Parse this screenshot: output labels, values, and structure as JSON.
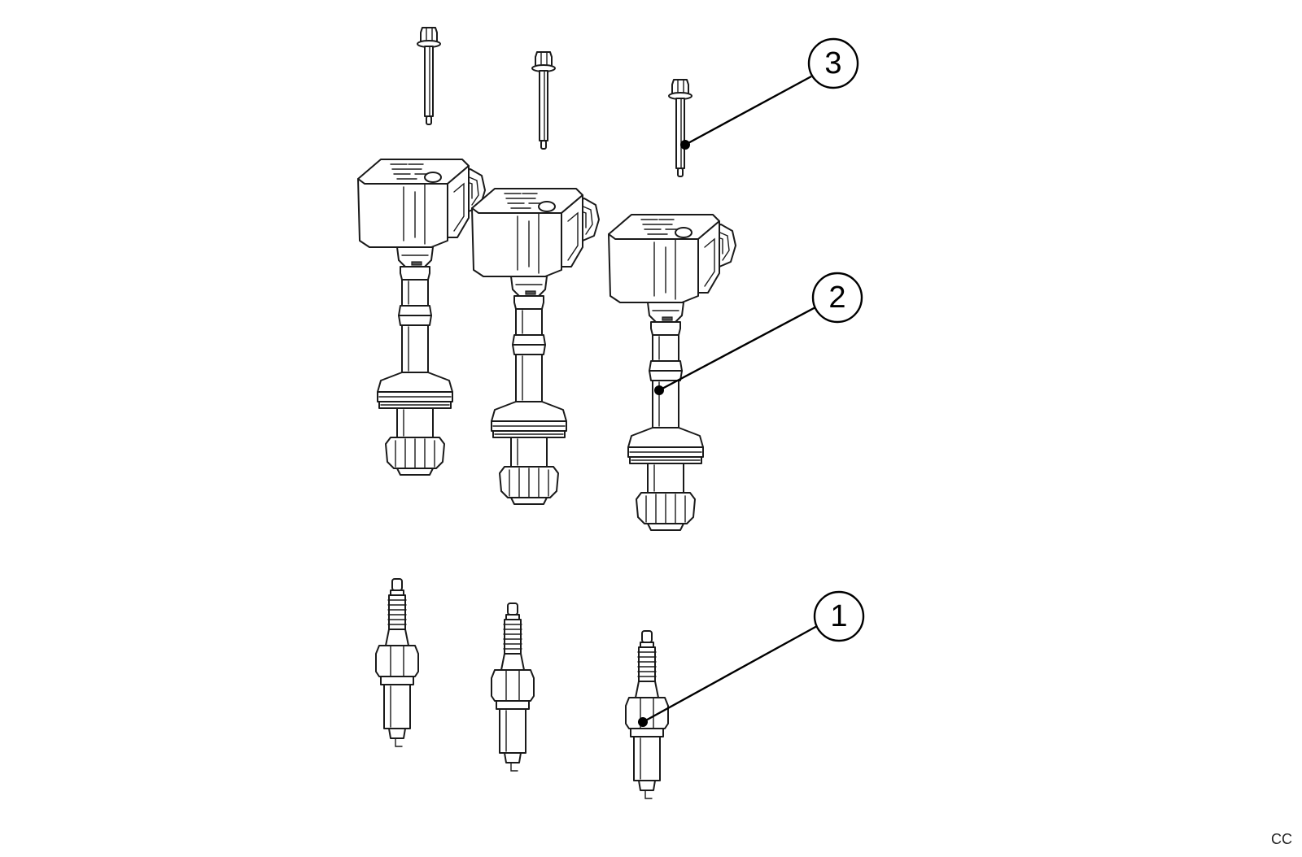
{
  "callouts": [
    {
      "number": "1"
    },
    {
      "number": "2"
    },
    {
      "number": "3"
    }
  ],
  "corner_code": "CC",
  "colors": {
    "line": "#1a1a1a",
    "shade": "#cfcfcf",
    "background": "#ffffff"
  }
}
